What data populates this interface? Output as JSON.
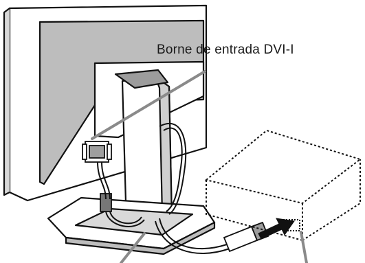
{
  "diagram": {
    "callouts": [
      {
        "id": "dvi-input",
        "label": "Borne de entrada DVI-I"
      }
    ],
    "components": [
      "monitor-rear",
      "stand",
      "dvi-cable",
      "pc-computer-outline",
      "arrow"
    ]
  }
}
